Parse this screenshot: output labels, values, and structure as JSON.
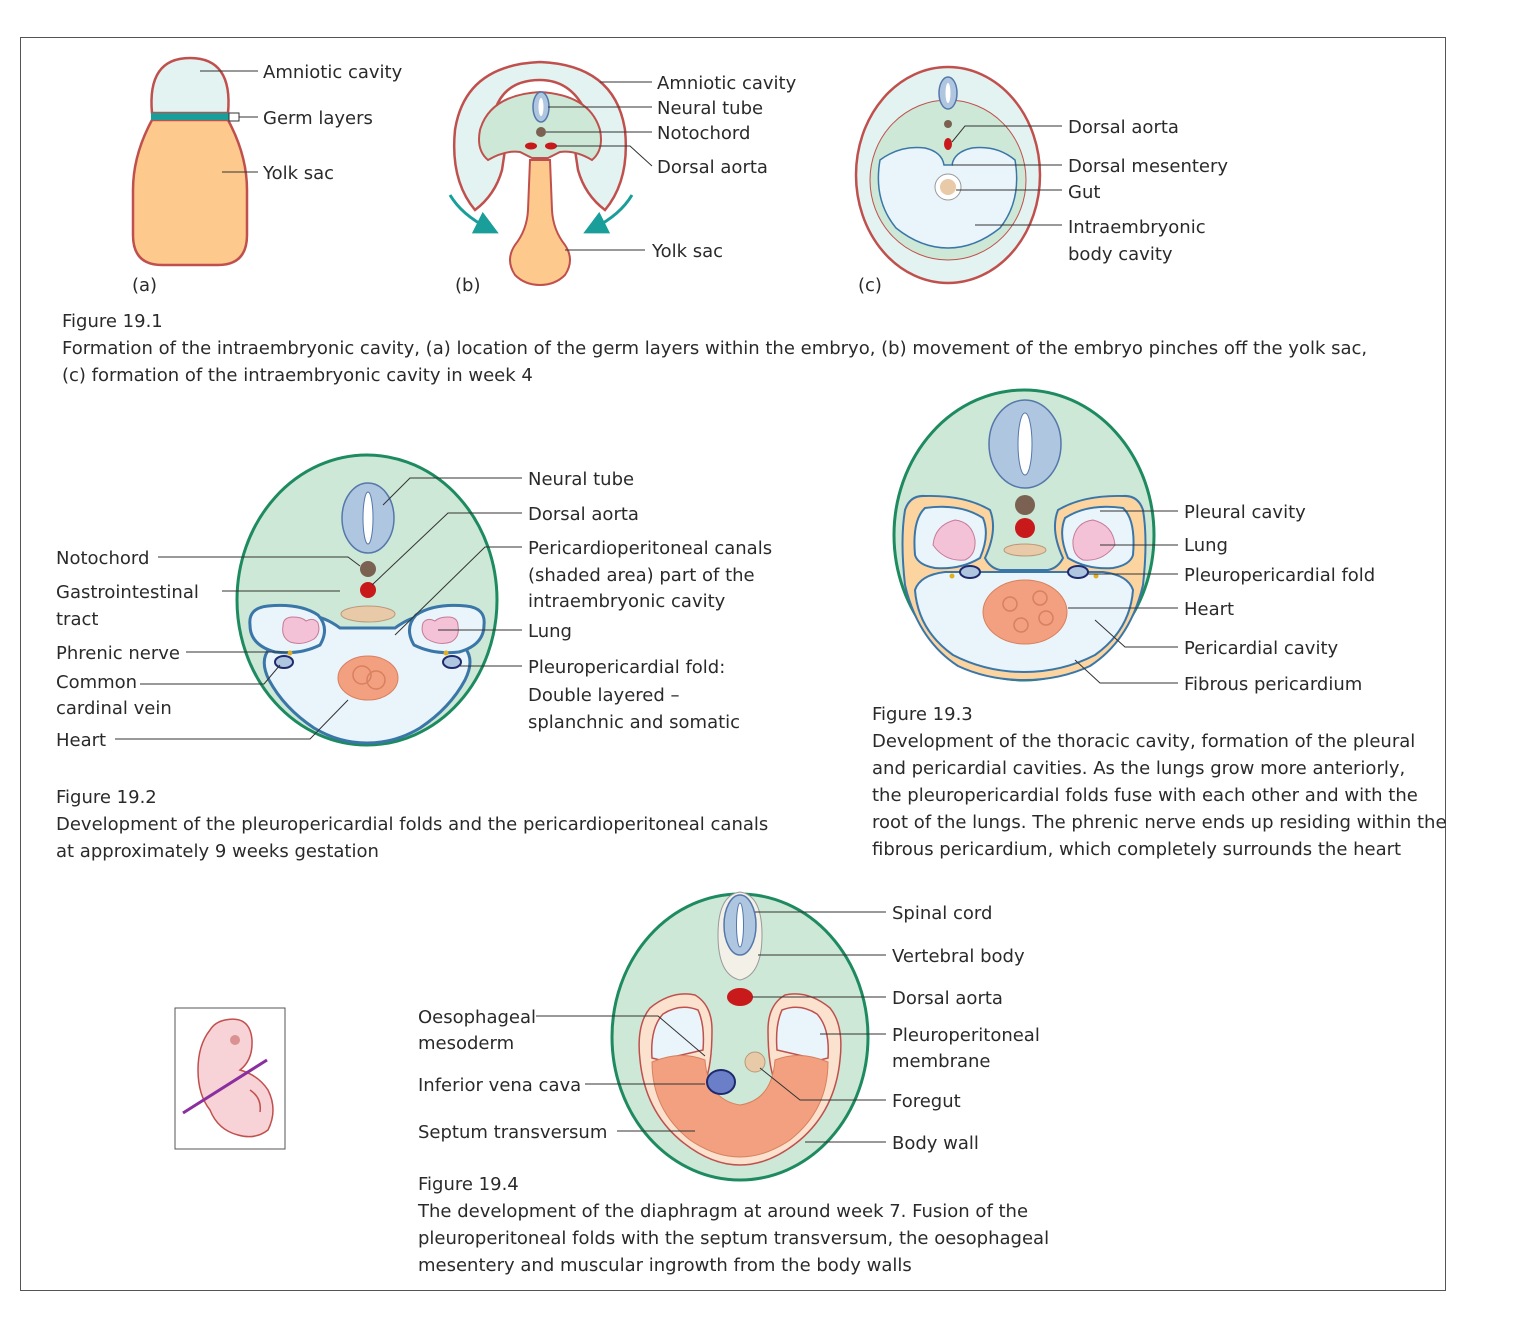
{
  "colors": {
    "amnion_fill": "#e3f3f1",
    "amnion_border": "#c0504d",
    "yolk": "#fdc98c",
    "germ": "#1a9e9a",
    "mesoderm": "#cde8d6",
    "outline_green": "#1d8a5f",
    "cavity": "#e9f4fb",
    "cavity_border": "#3a76a8",
    "neural": "#aec6df",
    "aorta": "#c8191b",
    "notochord": "#7a6152",
    "gut": "#e8c9a8",
    "heart": "#f2a07f",
    "lung": "#f4c2d6",
    "arrow": "#1a9e9a"
  },
  "fig1": {
    "a": {
      "label_amniotic": "Amniotic cavity",
      "label_germ": "Germ layers",
      "label_yolk": "Yolk sac",
      "letter": "(a)"
    },
    "b": {
      "label_amniotic": "Amniotic cavity",
      "label_neural": "Neural tube",
      "label_notochord": "Notochord",
      "label_aorta": "Dorsal aorta",
      "label_yolk": "Yolk sac",
      "letter": "(b)"
    },
    "c": {
      "label_aorta": "Dorsal aorta",
      "label_mesentery": "Dorsal mesentery",
      "label_gut": "Gut",
      "label_cavity_1": "Intraembryonic",
      "label_cavity_2": "body cavity",
      "letter": "(c)"
    },
    "caption_title": "Figure 19.1",
    "caption_line1": "Formation of the intraembryonic cavity, (a) location of the germ layers within the embryo, (b) movement of the embryo pinches off the yolk sac,",
    "caption_line2": "(c) formation of the intraembryonic cavity in week 4"
  },
  "fig2": {
    "neural": "Neural tube",
    "aorta": "Dorsal aorta",
    "canals_1": "Pericardioperitoneal canals",
    "canals_2": "(shaded area) part of the",
    "canals_3": "intraembryonic cavity",
    "lung": "Lung",
    "fold_1": "Pleuropericardial fold:",
    "fold_2": "Double layered –",
    "fold_3": "splanchnic and somatic",
    "notochord": "Notochord",
    "gi_1": "Gastrointestinal",
    "gi_2": "tract",
    "phrenic": "Phrenic nerve",
    "cardinal_1": "Common",
    "cardinal_2": "cardinal vein",
    "heart": "Heart",
    "caption_title": "Figure 19.2",
    "caption_line1": "Development of the pleuropericardial folds and the pericardioperitoneal canals",
    "caption_line2": "at approximately 9 weeks gestation"
  },
  "fig3": {
    "pleural": "Pleural cavity",
    "lung": "Lung",
    "fold": "Pleuropericardial fold",
    "heart": "Heart",
    "pericardial": "Pericardial cavity",
    "fibrous": "Fibrous pericardium",
    "caption_title": "Figure 19.3",
    "caption_line1": "Development of the thoracic cavity, formation of the pleural",
    "caption_line2": "and pericardial cavities. As the lungs grow more anteriorly,",
    "caption_line3": "the pleuropericardial folds fuse with each other and with the",
    "caption_line4": "root of the lungs. The phrenic nerve ends up residing within the",
    "caption_line5": "fibrous pericardium, which completely surrounds the heart"
  },
  "fig4": {
    "spinal": "Spinal cord",
    "vertebral": "Vertebral body",
    "aorta": "Dorsal aorta",
    "pleuro_1": "Pleuroperitoneal",
    "pleuro_2": "membrane",
    "foregut": "Foregut",
    "bodywall": "Body wall",
    "oeso_1": "Oesophageal",
    "oeso_2": "mesoderm",
    "ivc": "Inferior vena cava",
    "septum": "Septum transversum",
    "caption_title": "Figure 19.4",
    "caption_line1": "The development of the diaphragm at around week 7. Fusion of the",
    "caption_line2": "pleuroperitoneal folds with the septum transversum, the oesophageal",
    "caption_line3": "mesentery and muscular ingrowth from the body walls"
  }
}
